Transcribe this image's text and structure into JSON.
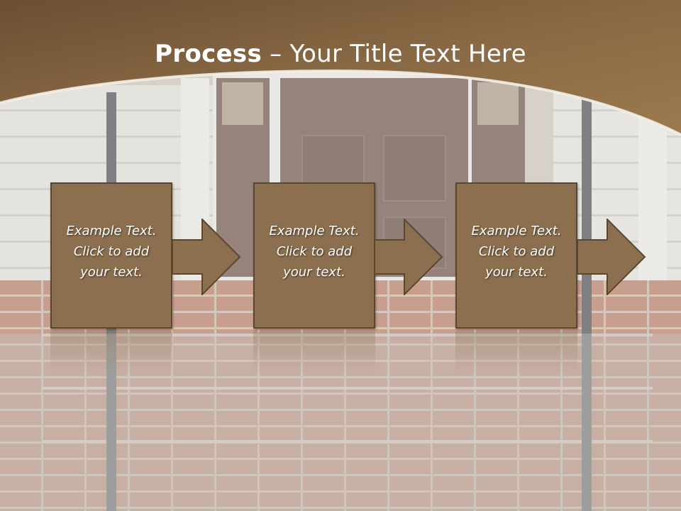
{
  "slide": {
    "title_bold": "Process",
    "title_rest": " – Your Title Text Here"
  },
  "steps": [
    {
      "line1": "Example Text.",
      "line2": "Click  to add",
      "line3": "your text."
    },
    {
      "line1": "Example Text.",
      "line2": "Click  to add",
      "line3": "your text."
    },
    {
      "line1": "Example Text.",
      "line2": "Click  to add",
      "line3": "your text."
    }
  ],
  "colors": {
    "banner": "#7e5f3d",
    "box": "#8b6f4e",
    "box_border": "#5b4730",
    "text": "#ffffff"
  },
  "icons": {
    "step_arrow": "right-arrow-icon"
  }
}
